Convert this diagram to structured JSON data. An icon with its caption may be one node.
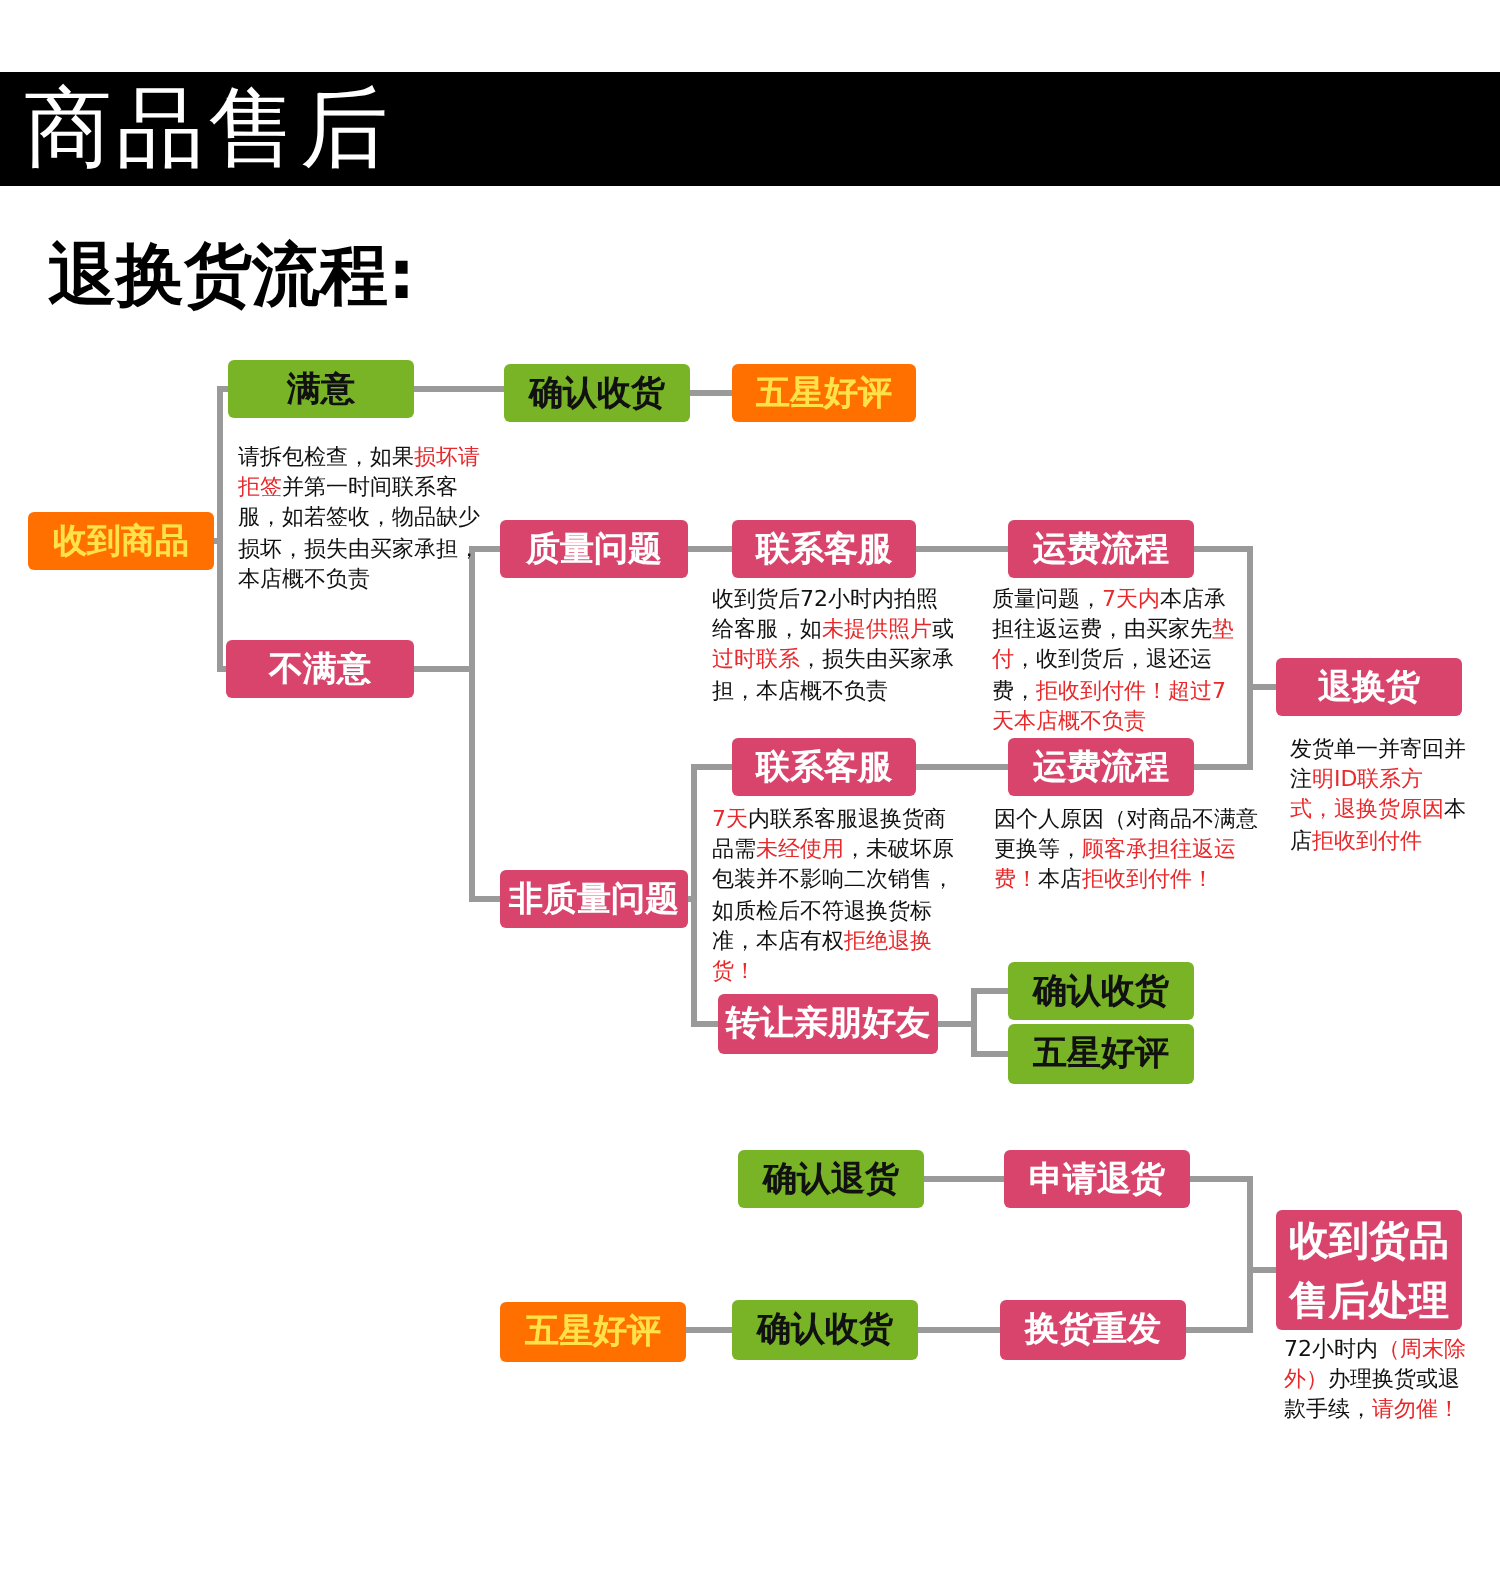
{
  "diagram": {
    "title": "商品售后",
    "nodes": [
      {
        "text": [
          "收到商品"
        ]
      },
      {
        "text": [
          "满意"
        ],
        "beside": [
          "请拆包检查，如果**损坏请拒签**并第一时间联系客服，如若签收，物品缺少损坏，损失由买家承担，本店概不负责"
        ]
      },
      {
        "text": [
          "确认收货"
        ]
      },
      {
        "text": [
          "五星好评"
        ]
      },
      {
        "text": [
          "不满意"
        ]
      },
      {
        "text": [
          "质量问题"
        ]
      },
      {
        "text": [
          "联系客服"
        ],
        "beside": [
          "收到货后72小时内拍照给客服，如**未提供照片**或**过时联系**，损失由买家承担，本店概不负责"
        ]
      },
      {
        "text": [
          "运费流程"
        ],
        "beside": [
          "质量问题，**7天内**本店承担往返运费，由买家先**垫付**，收到货后，退还运费，**拒收到付件！超过7天本店概不负责**"
        ]
      },
      {
        "text": [
          "退换货"
        ],
        "beside": [
          "发货单一并寄回并注**明ID联系方式，退换货原因**本店**拒收到付件**"
        ]
      },
      {
        "text": [
          "非质量问题"
        ]
      },
      {
        "text": [
          "联系客服"
        ],
        "beside": [
          "**7天**内联系客服退换货商品需**未经使用**，未破坏原包装并不影响二次销售，如质检后不符退换货标准，本店有权**拒绝退换货！**"
        ]
      },
      {
        "text": [
          "运费流程"
        ],
        "beside": [
          "因个人原因（对商品不满意更换等，**顾客承担往返运费！**本店**拒收到付件！**"
        ]
      },
      {
        "text": [
          "转让亲朋好友"
        ]
      },
      {
        "text": [
          "确认收货"
        ]
      },
      {
        "text": [
          "五星好评"
        ]
      },
      {
        "text": [
          "确认退货"
        ]
      },
      {
        "text": [
          "申请退货"
        ]
      },
      {
        "text": [
          "收到货品售后处理"
        ],
        "beside": [
          "72小时内**（周末除外）**办理换货或退款手续，**请勿催！**"
        ]
      },
      {
        "text": [
          "五星好评"
        ]
      },
      {
        "text": [
          "确认收货"
        ]
      },
      {
        "text": [
          "换货重发"
        ]
      }
    ],
    "edges": [
      {
        "from": 0,
        "to": 1,
        "arrow": "none"
      },
      {
        "from": 0,
        "to": 4,
        "arrow": "none"
      },
      {
        "from": 1,
        "to": 2,
        "arrow": "none"
      },
      {
        "from": 2,
        "to": 3,
        "arrow": "none"
      },
      {
        "from": 4,
        "to": 5,
        "arrow": "none"
      },
      {
        "from": 4,
        "to": 9,
        "arrow": "none"
      },
      {
        "from": 5,
        "to": 6,
        "arrow": "none"
      },
      {
        "from": 6,
        "to": 7,
        "arrow": "none"
      },
      {
        "from": 7,
        "to": 8,
        "arrow": "none"
      },
      {
        "from": 9,
        "to": 10,
        "arrow": "none"
      },
      {
        "from": 10,
        "to": 11,
        "arrow": "none"
      },
      {
        "from": 11,
        "to": 8,
        "arrow": "none"
      },
      {
        "from": 9,
        "to": 12,
        "arrow": "none"
      },
      {
        "from": 12,
        "to": 13,
        "arrow": "none"
      },
      {
        "from": 12,
        "to": 14,
        "arrow": "none"
      },
      {
        "from": 15,
        "to": 16,
        "arrow": "none"
      },
      {
        "from": 16,
        "to": 17,
        "arrow": "none"
      },
      {
        "from": 20,
        "to": 17,
        "arrow": "none"
      },
      {
        "from": 20,
        "to": 19,
        "arrow": "none"
      },
      {
        "from": 19,
        "to": 18,
        "arrow": "none"
      }
    ],
    "labels": [
      "退换货流程:"
    ]
  }
}
